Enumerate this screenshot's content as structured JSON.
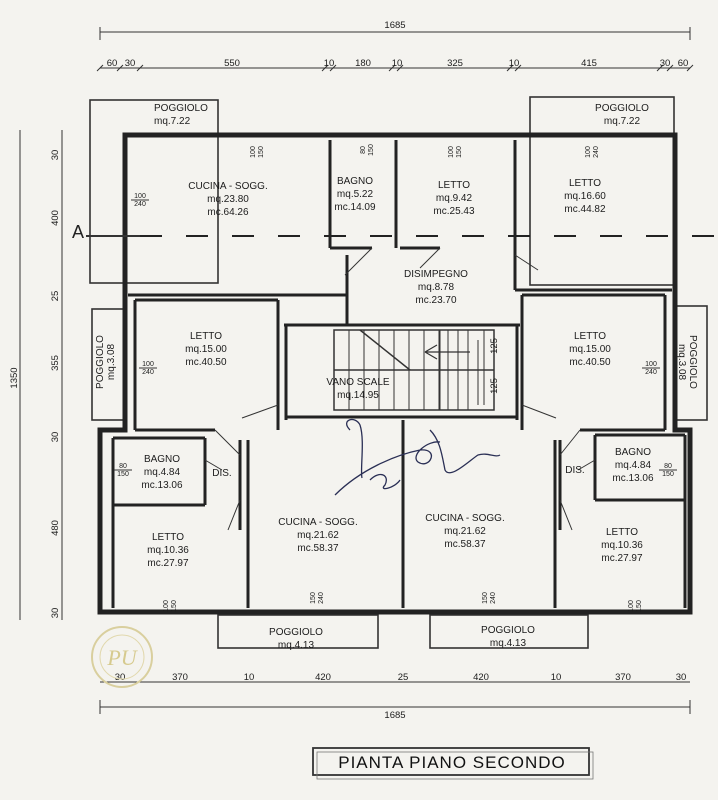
{
  "title": "PIANTA PIANO SECONDO",
  "section_marker": "A",
  "watermark": "PU",
  "top_total": "1685",
  "bottom_total": "1685",
  "top_dims": [
    "60",
    "30",
    "550",
    "10",
    "180",
    "10",
    "325",
    "10",
    "415",
    "30",
    "60"
  ],
  "bottom_dims": [
    "30",
    "370",
    "10",
    "420",
    "25",
    "420",
    "10",
    "370",
    "30"
  ],
  "left_total": "1350",
  "left_dims": [
    "30",
    "400",
    "25",
    "355",
    "30",
    "480",
    "30"
  ],
  "stair_dims": [
    "125",
    "125"
  ],
  "rooms": [
    {
      "lines": [
        "POGGIOLO",
        "mq.7.22"
      ]
    },
    {
      "lines": [
        "CUCINA - SOGG.",
        "mq.23.80",
        "mc.64.26"
      ]
    },
    {
      "lines": [
        "BAGNO",
        "mq.5.22",
        "mc.14.09"
      ]
    },
    {
      "lines": [
        "LETTO",
        "mq.9.42",
        "mc.25.43"
      ]
    },
    {
      "lines": [
        "LETTO",
        "mq.16.60",
        "mc.44.82"
      ]
    },
    {
      "lines": [
        "POGGIOLO",
        "mq.7.22"
      ]
    },
    {
      "lines": [
        "DISIMPEGNO",
        "mq.8.78",
        "mc.23.70"
      ]
    },
    {
      "lines": [
        "LETTO",
        "mq.15.00",
        "mc.40.50"
      ]
    },
    {
      "lines": [
        "VANO SCALE",
        "mq.14.95"
      ]
    },
    {
      "lines": [
        "LETTO",
        "mq.15.00",
        "mc.40.50"
      ]
    },
    {
      "lines": [
        "BAGNO",
        "mq.4.84",
        "mc.13.06"
      ]
    },
    {
      "lines": [
        "DIS."
      ]
    },
    {
      "lines": [
        "CUCINA - SOGG.",
        "mq.21.62",
        "mc.58.37"
      ]
    },
    {
      "lines": [
        "CUCINA - SOGG.",
        "mq.21.62",
        "mc.58.37"
      ]
    },
    {
      "lines": [
        "DIS."
      ]
    },
    {
      "lines": [
        "BAGNO",
        "mq.4.84",
        "mc.13.06"
      ]
    },
    {
      "lines": [
        "LETTO",
        "mq.10.36",
        "mc.27.97"
      ]
    },
    {
      "lines": [
        "LETTO",
        "mq.10.36",
        "mc.27.97"
      ]
    },
    {
      "lines": [
        "POGGIOLO",
        "mq.4.13"
      ]
    },
    {
      "lines": [
        "POGGIOLO",
        "mq.4.13"
      ]
    }
  ],
  "side_balconies": [
    {
      "lines": [
        "POGGIOLO",
        "mq.3.08"
      ]
    },
    {
      "lines": [
        "POGGIOLO",
        "mq.3.08"
      ]
    }
  ],
  "openings": [
    [
      "100",
      "150"
    ],
    [
      "80",
      "150"
    ],
    [
      "100",
      "150"
    ],
    [
      "100",
      "240"
    ],
    [
      "100",
      "240"
    ],
    [
      "100",
      "240"
    ],
    [
      "100",
      "240"
    ],
    [
      "80",
      "150"
    ],
    [
      "80",
      "150"
    ],
    [
      "100",
      "150"
    ],
    [
      "150",
      "240"
    ],
    [
      "150",
      "240"
    ],
    [
      "100",
      "150"
    ]
  ]
}
